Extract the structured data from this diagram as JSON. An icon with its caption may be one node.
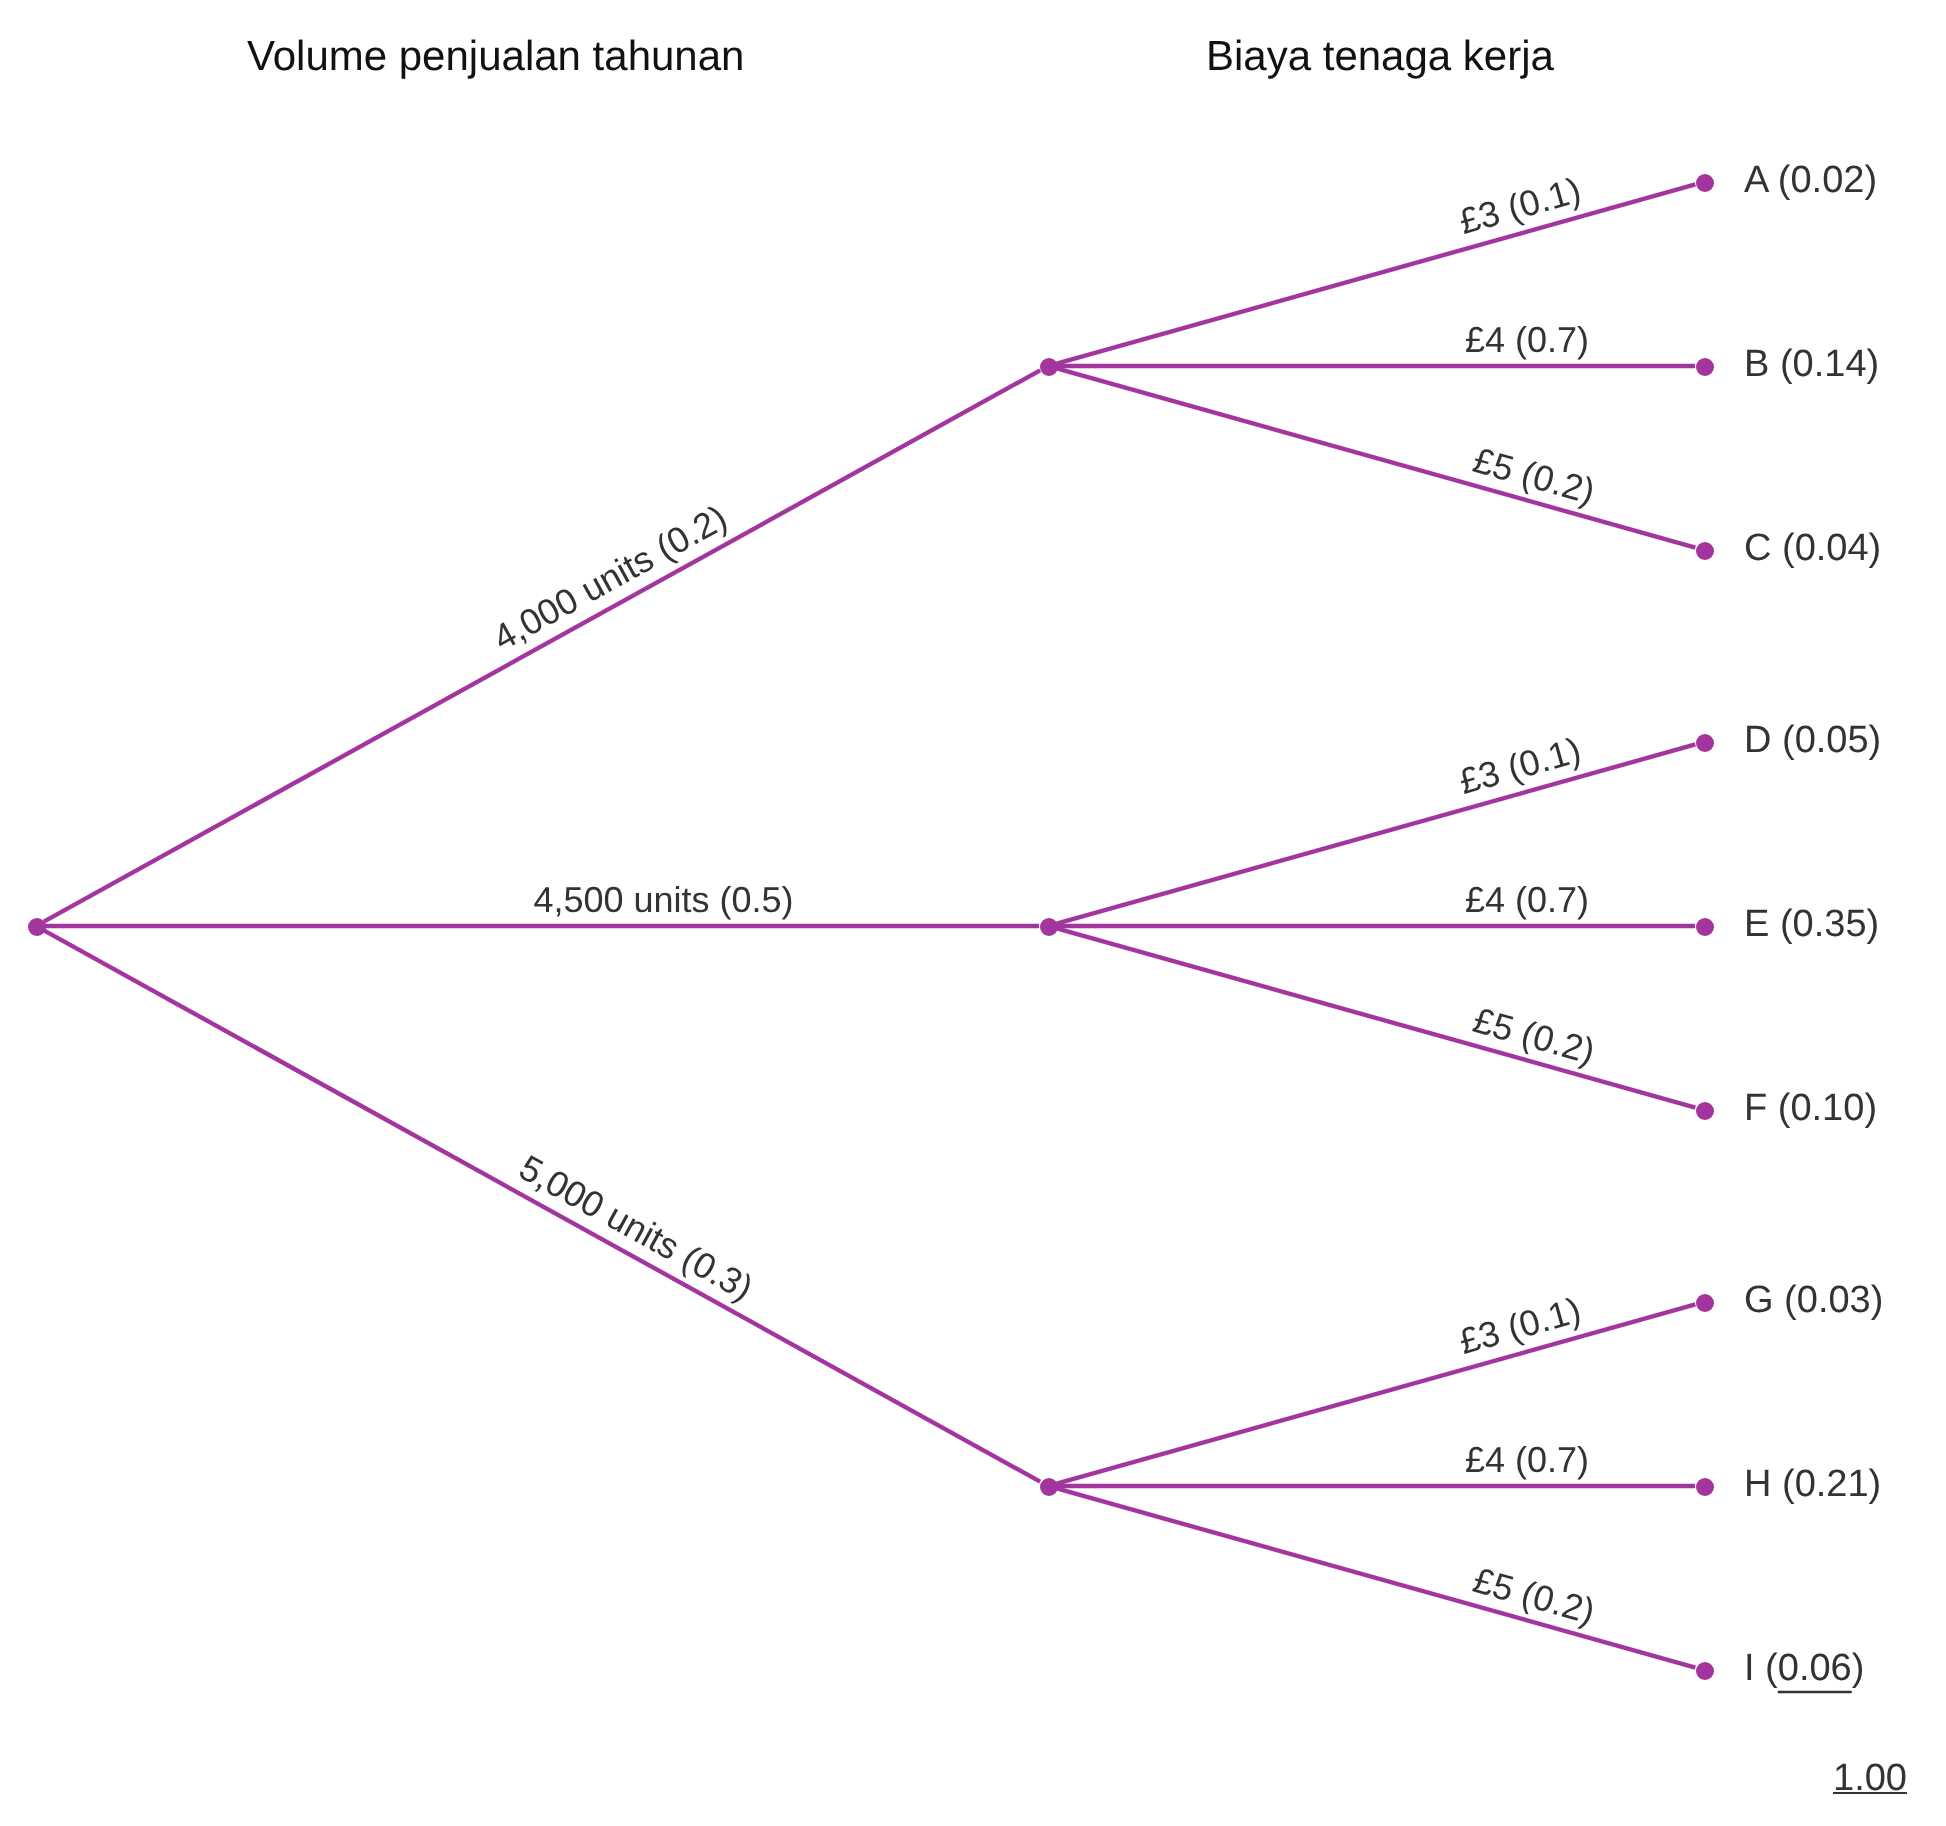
{
  "diagram": {
    "nodes": [
      {
        "text": [],
        "shape": "circle"
      },
      {
        "text": [],
        "shape": "circle"
      },
      {
        "text": [],
        "shape": "circle"
      },
      {
        "text": [],
        "shape": "circle"
      },
      {
        "text": [],
        "shape": "circle",
        "beside": [
          "A (0.02)"
        ]
      },
      {
        "text": [],
        "shape": "circle",
        "beside": [
          "B (0.14)"
        ]
      },
      {
        "text": [],
        "shape": "circle",
        "beside": [
          "C (0.04)"
        ]
      },
      {
        "text": [],
        "shape": "circle",
        "beside": [
          "D (0.05)"
        ]
      },
      {
        "text": [],
        "shape": "circle",
        "beside": [
          "E (0.35)"
        ]
      },
      {
        "text": [],
        "shape": "circle",
        "beside": [
          "F (0.10)"
        ]
      },
      {
        "text": [],
        "shape": "circle",
        "beside": [
          "G (0.03)"
        ]
      },
      {
        "text": [],
        "shape": "circle",
        "beside": [
          "H (0.21)"
        ]
      },
      {
        "text": [],
        "shape": "circle",
        "beside": [
          "I (0.06)"
        ]
      }
    ],
    "edges": [
      {
        "from": 0,
        "to": 1,
        "arrow": "none",
        "label": "4,000 units (0.2)"
      },
      {
        "from": 0,
        "to": 2,
        "arrow": "none",
        "label": "4,500 units (0.5)"
      },
      {
        "from": 0,
        "to": 3,
        "arrow": "none",
        "label": "5,000 units (0.3)"
      },
      {
        "from": 1,
        "to": 4,
        "arrow": "none",
        "label": "£3 (0.1)"
      },
      {
        "from": 1,
        "to": 5,
        "arrow": "none",
        "label": "£4 (0.7)"
      },
      {
        "from": 1,
        "to": 6,
        "arrow": "none",
        "label": "£5 (0.2)"
      },
      {
        "from": 2,
        "to": 7,
        "arrow": "none",
        "label": "£3 (0.1)"
      },
      {
        "from": 2,
        "to": 8,
        "arrow": "none",
        "label": "£4 (0.7)"
      },
      {
        "from": 2,
        "to": 9,
        "arrow": "none",
        "label": "£5 (0.2)"
      },
      {
        "from": 3,
        "to": 10,
        "arrow": "none",
        "label": "£3 (0.1)"
      },
      {
        "from": 3,
        "to": 11,
        "arrow": "none",
        "label": "£4 (0.7)"
      },
      {
        "from": 3,
        "to": 12,
        "arrow": "none",
        "label": "£5 (0.2)"
      }
    ],
    "labels": [
      "Volume penjualan tahunan",
      "Biaya tenaga kerja",
      "1.00"
    ]
  }
}
